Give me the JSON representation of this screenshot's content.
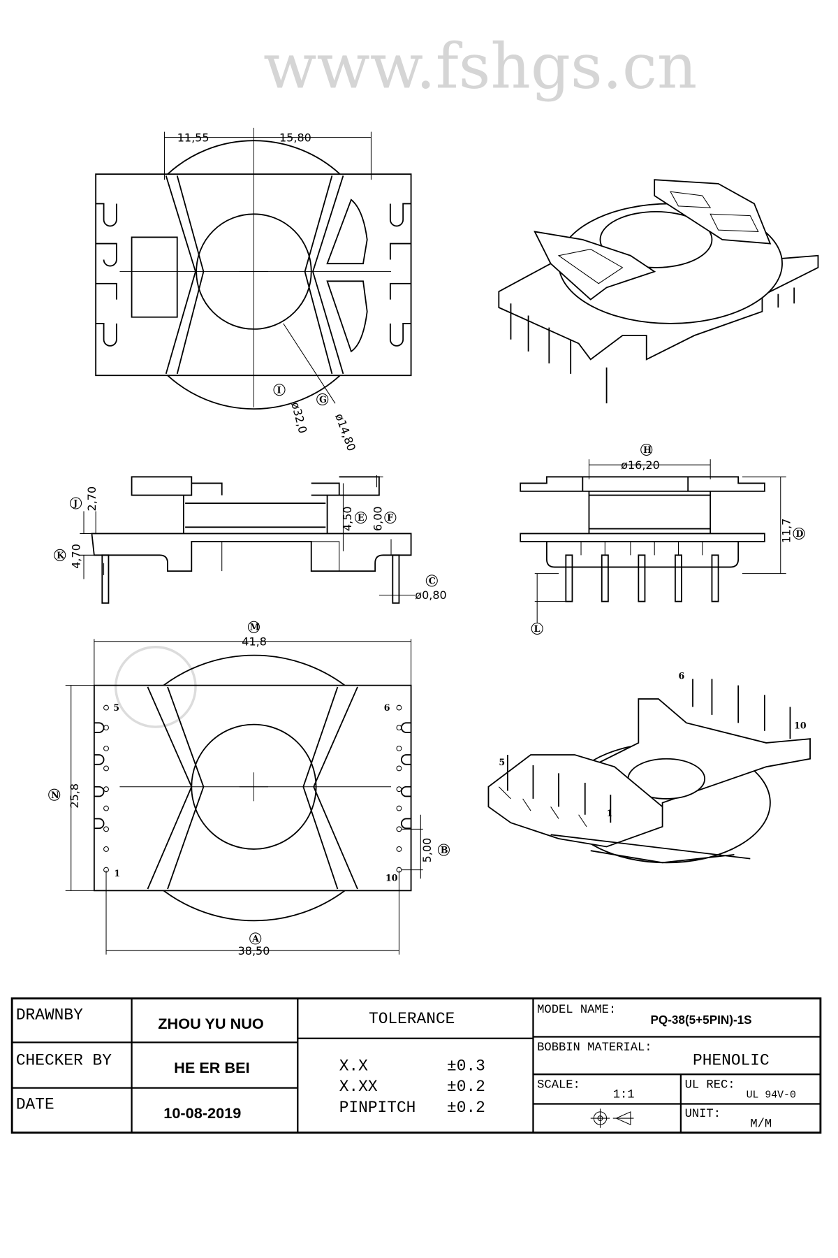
{
  "watermark": "www.fshgs.cn",
  "top_view": {
    "dim_left": "11,55",
    "dim_right": "15,80",
    "inner_dia": "ø14,80",
    "inner_dia_tag": "G",
    "outer_dia": "ø32,0",
    "outer_dia_tag": "I"
  },
  "side_view": {
    "dim_j": "2,70",
    "tag_j": "J",
    "dim_k": "4,70",
    "tag_k": "K",
    "dim_e": "4,50",
    "tag_e": "E",
    "dim_f": "6,00",
    "tag_f": "F",
    "dim_c": "ø0,80",
    "tag_c": "C"
  },
  "front_view": {
    "dim_h": "ø16,20",
    "tag_h": "H",
    "dim_d": "11,7",
    "tag_d": "D",
    "tag_l": "L"
  },
  "bottom_view": {
    "dim_m": "41,8",
    "tag_m": "M",
    "dim_n": "25,8",
    "tag_n": "N",
    "dim_b": "5,00",
    "tag_b": "B",
    "dim_a": "38,50",
    "tag_a": "A",
    "pin_labels": {
      "p5": "5",
      "p6": "6",
      "p1": "1",
      "p10": "10"
    }
  },
  "iso_bottom": {
    "pin_labels": {
      "p6": "6",
      "p10": "10",
      "p5": "5",
      "p1": "1"
    }
  },
  "title_block": {
    "drawn_by_label": "DRAWNBY",
    "drawn_by": "ZHOU YU NUO",
    "checker_label": "CHECKER BY",
    "checker": "HE ER BEI",
    "date_label": "DATE",
    "date": "10-08-2019",
    "tolerance_label": "TOLERANCE",
    "tolerances": [
      {
        "fmt": "X.X",
        "val": "±0.3"
      },
      {
        "fmt": "X.XX",
        "val": "±0.2"
      },
      {
        "fmt": "PINPITCH",
        "val": "±0.2"
      }
    ],
    "model_label": "MODEL NAME:",
    "model": "PQ-38(5+5PIN)-1S",
    "material_label": "BOBBIN MATERIAL:",
    "material": "PHENOLIC",
    "scale_label": "SCALE:",
    "scale": "1:1",
    "ul_label": "UL REC:",
    "ul": "UL 94V-0",
    "unit_label": "UNIT:",
    "unit": "M/M"
  }
}
